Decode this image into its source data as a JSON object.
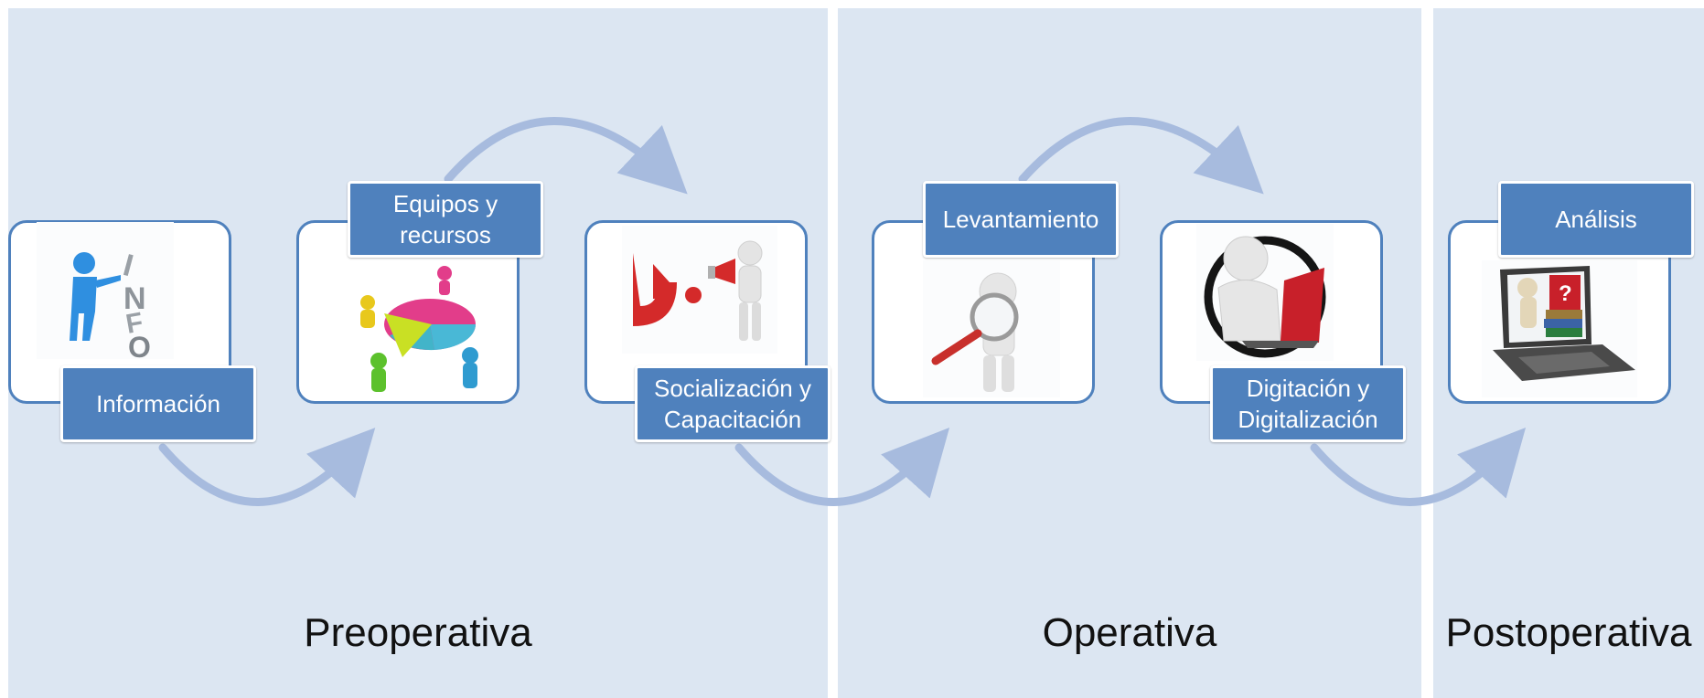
{
  "phases": [
    {
      "title": "Preoperativa"
    },
    {
      "title": "Operativa"
    },
    {
      "title": "Postoperativa"
    }
  ],
  "steps": [
    {
      "label": "Información",
      "icon": "info-person-icon"
    },
    {
      "label": "Equipos y recursos",
      "icon": "people-pie-chart-icon"
    },
    {
      "label": "Socialización y Capacitación",
      "icon": "megaphone-person-icon"
    },
    {
      "label": "Levantamiento",
      "icon": "magnifier-person-icon"
    },
    {
      "label": "Digitación y Digitalización",
      "icon": "laptop-person-icon"
    },
    {
      "label": "Análisis",
      "icon": "laptop-books-icon"
    }
  ],
  "colors": {
    "panel": "#dce6f2",
    "card_border": "#4f81bd",
    "label_fill": "#4f81bd",
    "arrow": "#a7bbde"
  }
}
